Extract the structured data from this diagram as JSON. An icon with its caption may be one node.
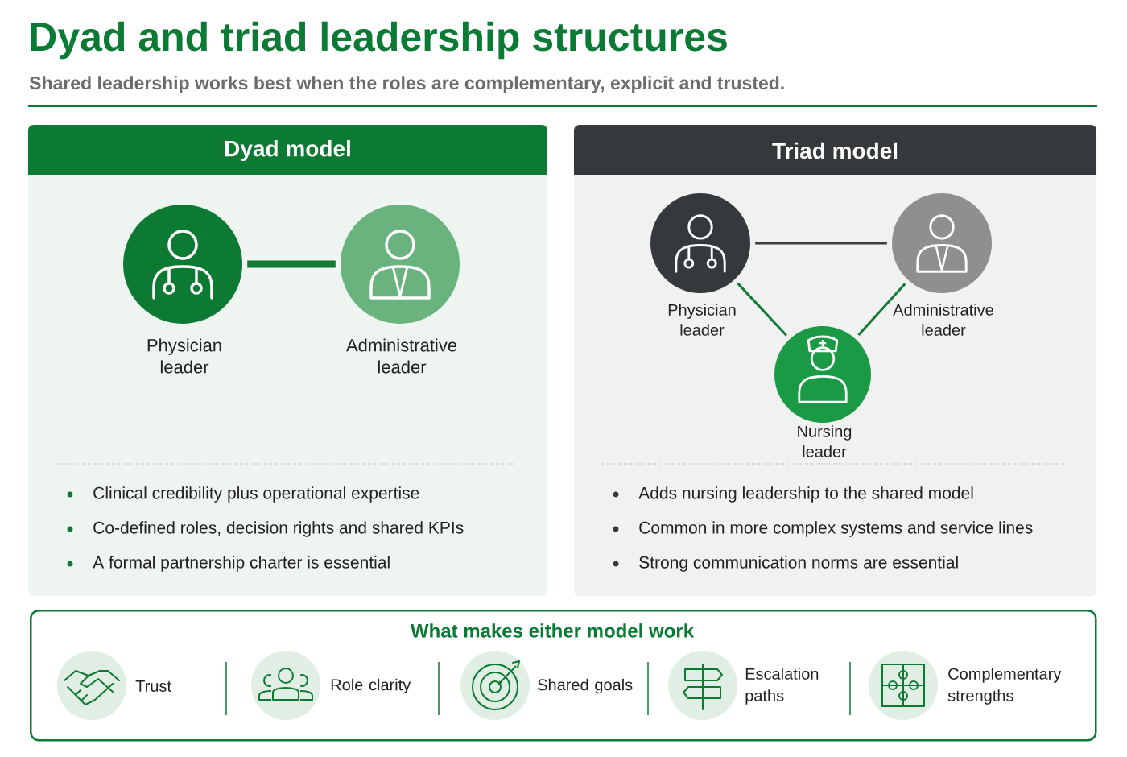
{
  "diagram": {
    "title": "Dyad and triad leadership structures",
    "nodes": [
      {
        "text": [
          "Dyad model",
          "Clinical credibility plus operational expertise",
          "Co-defined roles, decision rights and shared KPIs",
          "A formal partnership charter is essential"
        ]
      },
      {
        "text": [
          "Physician leader"
        ],
        "in": 0
      },
      {
        "text": [
          "Administrative leader"
        ],
        "in": 0
      },
      {
        "text": [
          "Triad model",
          "Adds nursing leadership to the shared model",
          "Common in more complex systems and service lines",
          "Strong communication norms are essential"
        ]
      },
      {
        "text": [
          "Physician leader"
        ],
        "in": 3
      },
      {
        "text": [
          "Administrative leader"
        ],
        "in": 3
      },
      {
        "text": [
          "Nursing leader"
        ],
        "in": 3
      },
      {
        "text": [
          "What makes either model work"
        ]
      },
      {
        "text": [
          "Trust"
        ],
        "in": 7
      },
      {
        "text": [
          "Role clarity"
        ],
        "in": 7
      },
      {
        "text": [
          "Shared goals"
        ],
        "in": 7
      },
      {
        "text": [
          "Escalation paths"
        ],
        "in": 7
      },
      {
        "text": [
          "Complementary strengths"
        ],
        "in": 7
      }
    ],
    "edges": [
      {
        "from": 1,
        "to": 2,
        "arrow": "none",
        "style": "thick"
      },
      {
        "from": 4,
        "to": 5,
        "arrow": "none",
        "color": "#3a3d3f"
      },
      {
        "from": 4,
        "to": 6,
        "arrow": "none"
      },
      {
        "from": 5,
        "to": 6,
        "arrow": "none"
      }
    ],
    "labels": [
      "Shared leadership works best when the roles are complementary, explicit and trusted."
    ]
  }
}
